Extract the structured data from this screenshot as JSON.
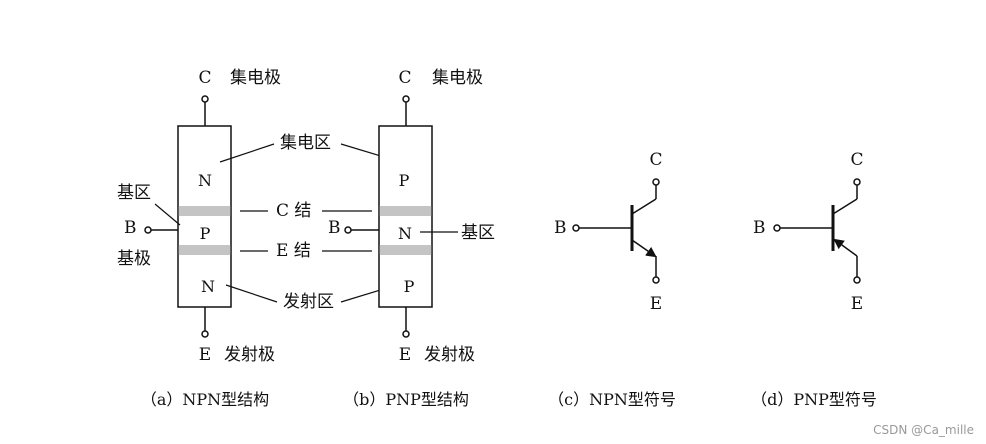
{
  "npn_structure": {
    "collector_terminal": "C",
    "collector_name": "集电极",
    "collector_region_label": "集电区",
    "top_layer": "N",
    "base_region_label": "基区",
    "base_terminal": "B",
    "middle_layer": "P",
    "base_name": "基极",
    "c_junction_label": "C 结",
    "e_junction_label": "E 结",
    "bottom_layer": "N",
    "emitter_region_label": "发射区",
    "emitter_terminal": "E",
    "emitter_name": "发射极",
    "caption": "（a）NPN型结构"
  },
  "pnp_structure": {
    "collector_terminal": "C",
    "collector_name": "集电极",
    "top_layer": "P",
    "base_terminal": "B",
    "middle_layer": "N",
    "base_region_label": "基区",
    "bottom_layer": "P",
    "emitter_terminal": "E",
    "emitter_name": "发射极",
    "caption": "（b）PNP型结构"
  },
  "npn_symbol": {
    "collector": "C",
    "base": "B",
    "emitter": "E",
    "caption": "（c）NPN型符号"
  },
  "pnp_symbol": {
    "collector": "C",
    "base": "B",
    "emitter": "E",
    "caption": "（d）PNP型符号"
  },
  "watermark": "CSDN @Ca_mille",
  "colors": {
    "line": "#111111",
    "junction_fill": "#c4c4c4",
    "watermark": "#999999"
  }
}
